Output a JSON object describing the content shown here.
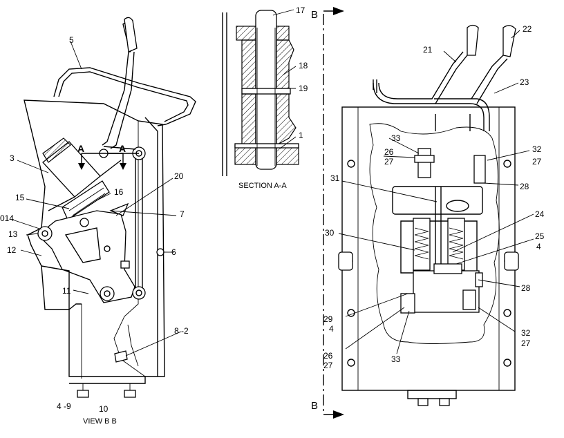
{
  "views": {
    "left_caption": "VIEW  B B",
    "section_caption": "SECTION  A-A",
    "section_marker": "B",
    "arrow_marker": "A"
  },
  "callouts": {
    "left": [
      "5",
      "3",
      "15",
      "16",
      "20",
      "7",
      "014",
      "13",
      "12",
      "6",
      "11",
      "8 -2",
      "4 -9",
      "10"
    ],
    "section": [
      "17",
      "18",
      "19",
      "1"
    ],
    "right": [
      "22",
      "21",
      "23",
      "33",
      "26",
      "27",
      "32",
      "27",
      "31",
      "28",
      "24",
      "30",
      "25",
      "4",
      "28",
      "29",
      "4",
      "32",
      "27",
      "26",
      "27",
      "33"
    ]
  }
}
